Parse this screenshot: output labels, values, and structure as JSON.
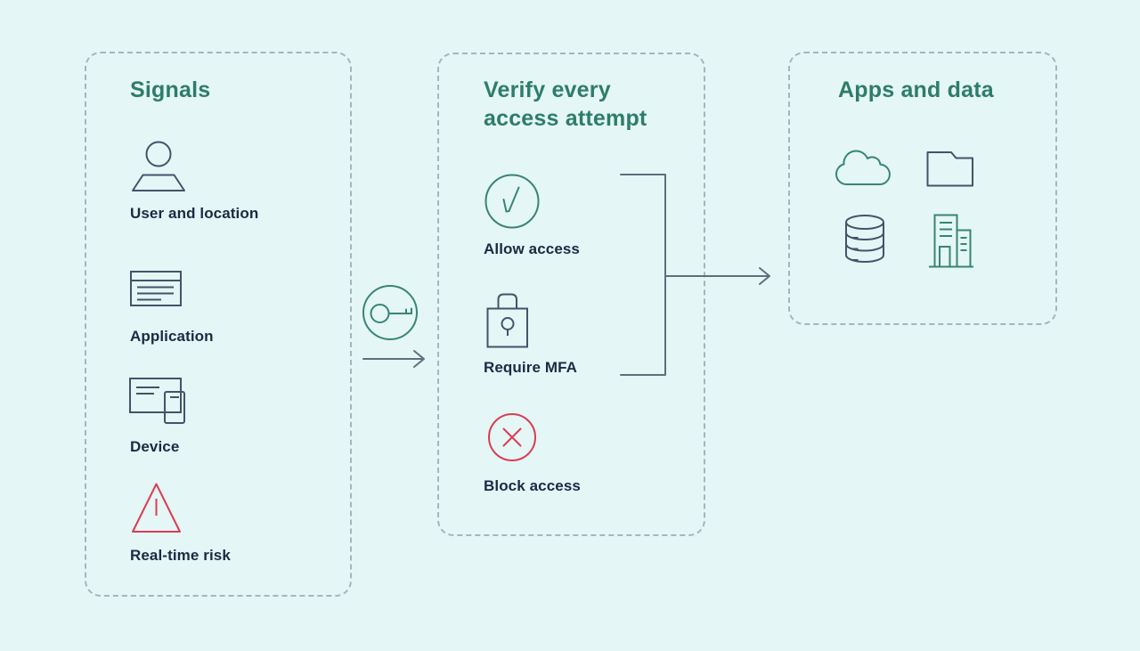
{
  "colors": {
    "background": "#E4F6F5",
    "title_teal": "#2E7D68",
    "icon_teal": "#37866F",
    "text_navy": "#1C2A44",
    "icon_navy": "#44536A",
    "alert_red": "#DC3C52",
    "connector_gray": "#5F6E7D",
    "dashed_border": "#A9B4BD"
  },
  "signals": {
    "title": "Signals",
    "items": [
      {
        "icon": "user-icon",
        "label": "User and location"
      },
      {
        "icon": "application-window-icon",
        "label": "Application"
      },
      {
        "icon": "device-icon",
        "label": "Device"
      },
      {
        "icon": "warning-triangle-icon",
        "label": "Real-time risk"
      }
    ]
  },
  "verify": {
    "title": "Verify every access attempt",
    "outcomes": [
      {
        "icon": "check-circle-icon",
        "label": "Allow access"
      },
      {
        "icon": "padlock-icon",
        "label": "Require MFA"
      },
      {
        "icon": "x-circle-icon",
        "label": "Block access"
      }
    ]
  },
  "apps": {
    "title": "Apps and data",
    "icons": [
      "cloud-icon",
      "folder-icon",
      "database-icon",
      "buildings-icon"
    ]
  },
  "flow": {
    "gate_icon": "key-circle-icon",
    "arrows": [
      "signals-to-verify-arrow",
      "verify-to-apps-arrow"
    ]
  }
}
